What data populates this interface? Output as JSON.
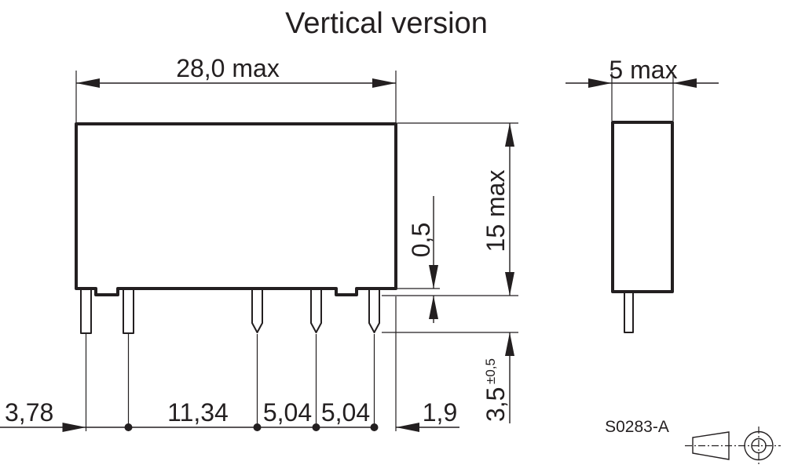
{
  "title": "Vertical version",
  "drawing_code": "S0283-A",
  "dimensions": {
    "length": "28,0 max",
    "width": "5 max",
    "height": "15 max",
    "standoff": "0,5",
    "pin_length": "3,5",
    "pin_length_tolerance": "±0,5",
    "edge_left": "3,78",
    "pitch_1": "11,34",
    "pitch_2": "5,04",
    "pitch_3": "5,04",
    "edge_right": "1,9"
  },
  "symbols": {
    "projection": "first-angle-projection-icon"
  },
  "colors": {
    "line": "#231f20",
    "background": "#ffffff"
  }
}
